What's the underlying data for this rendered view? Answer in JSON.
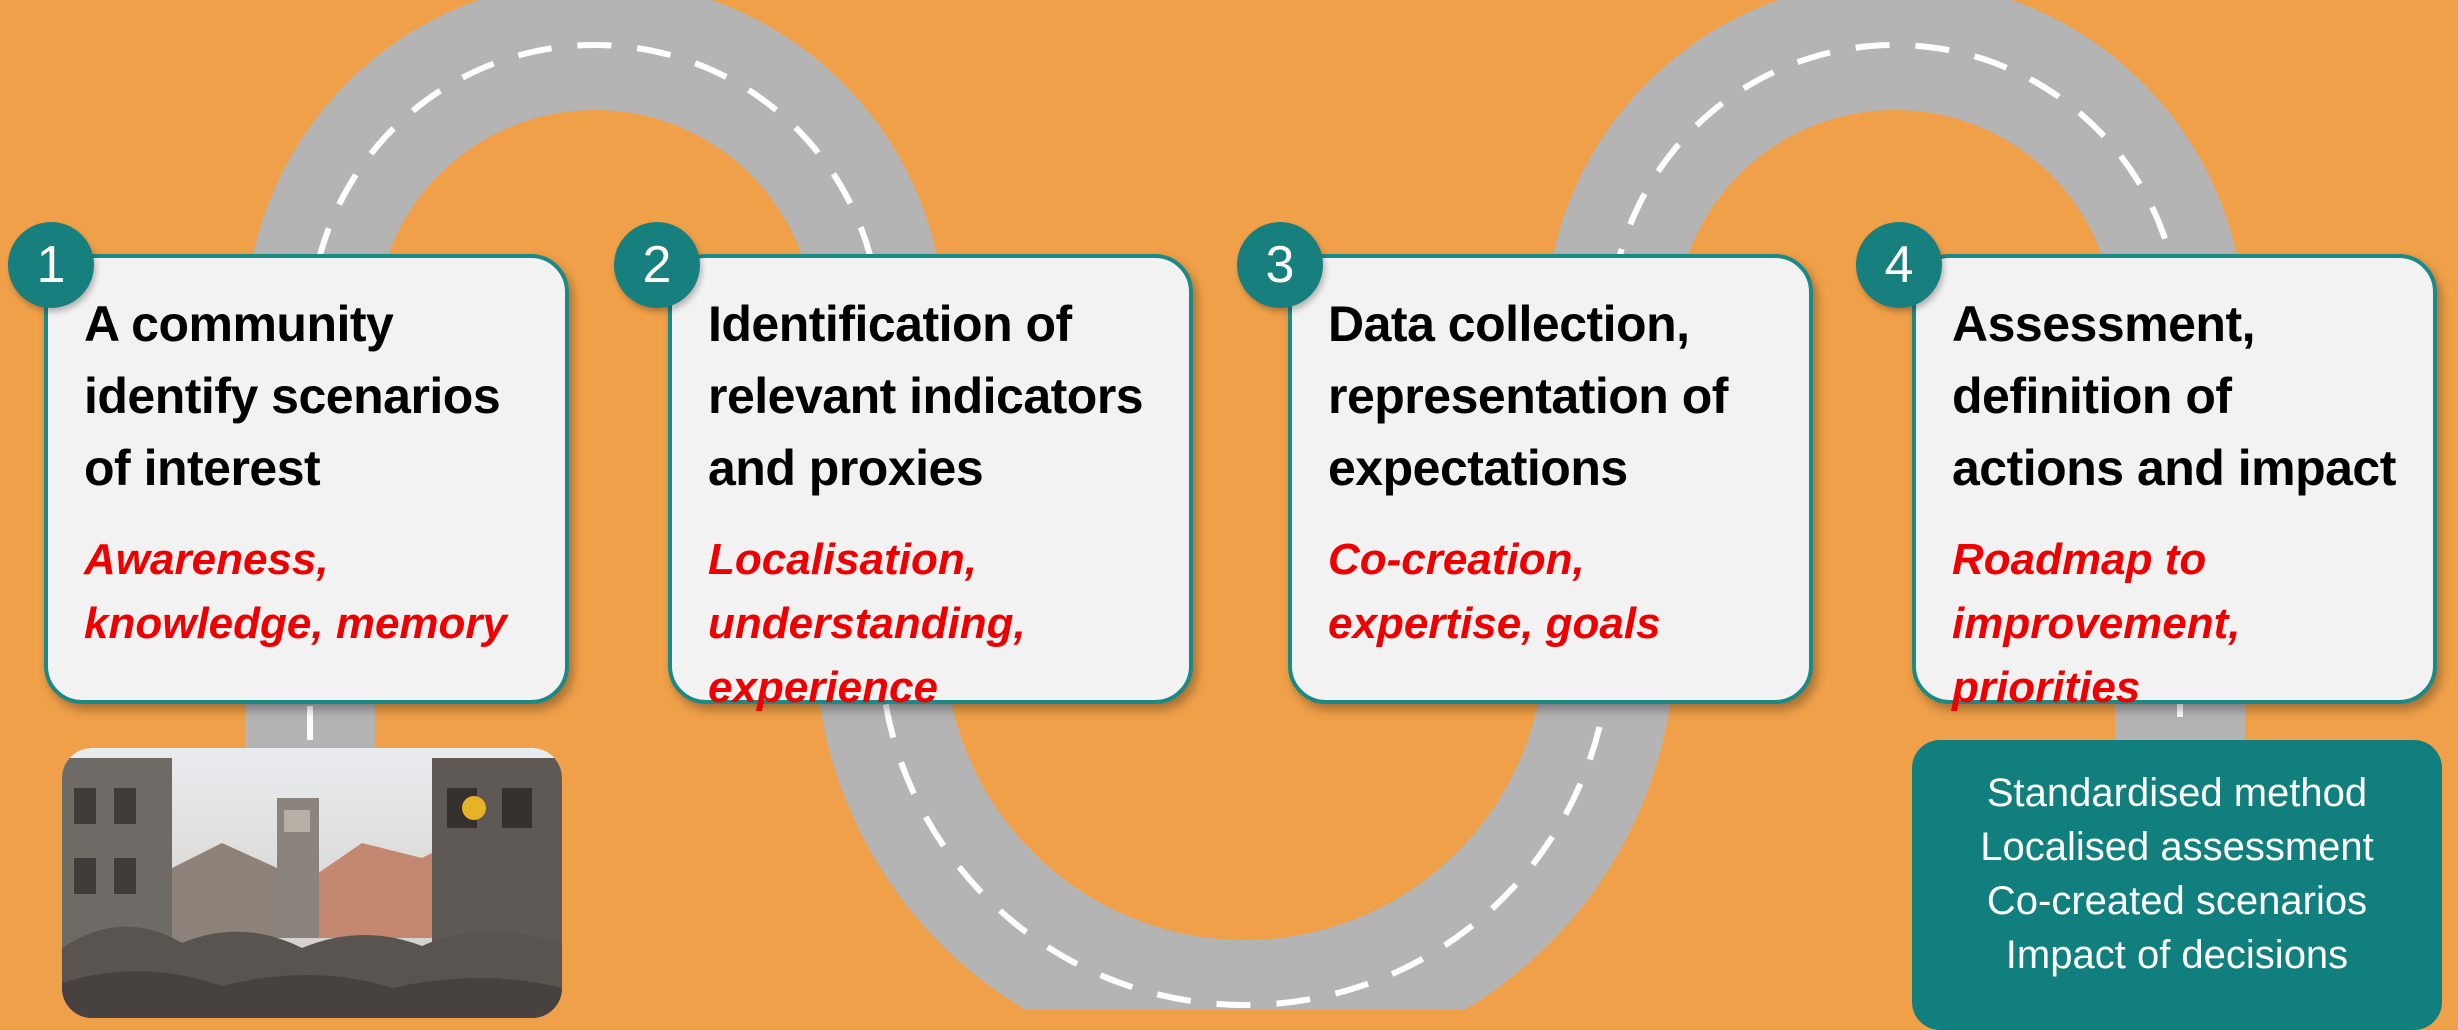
{
  "steps": [
    {
      "number": "1",
      "title": "A community\nidentify scenarios\nof interest",
      "subtitle": "Awareness,\nknowledge, memory"
    },
    {
      "number": "2",
      "title": "Identification of\nrelevant indicators\nand proxies",
      "subtitle": "Localisation,\nunderstanding,\nexperience"
    },
    {
      "number": "3",
      "title": "Data collection,\nrepresentation of\nexpectations",
      "subtitle": "Co-creation,\nexpertise, goals"
    },
    {
      "number": "4",
      "title": "Assessment,\ndefinition of\nactions and impact",
      "subtitle": "Roadmap to\nimprovement,\npriorities"
    }
  ],
  "summary": {
    "items": [
      "Standardised method",
      "Localised assessment",
      "Co-created scenarios",
      "Impact of decisions"
    ]
  },
  "colors": {
    "background": "#F0A049",
    "road": "#B4B4B4",
    "teal": "#177F7E",
    "subtitle": "#EE0000"
  },
  "photo": {
    "icon": "earthquake-ruins-photo"
  }
}
